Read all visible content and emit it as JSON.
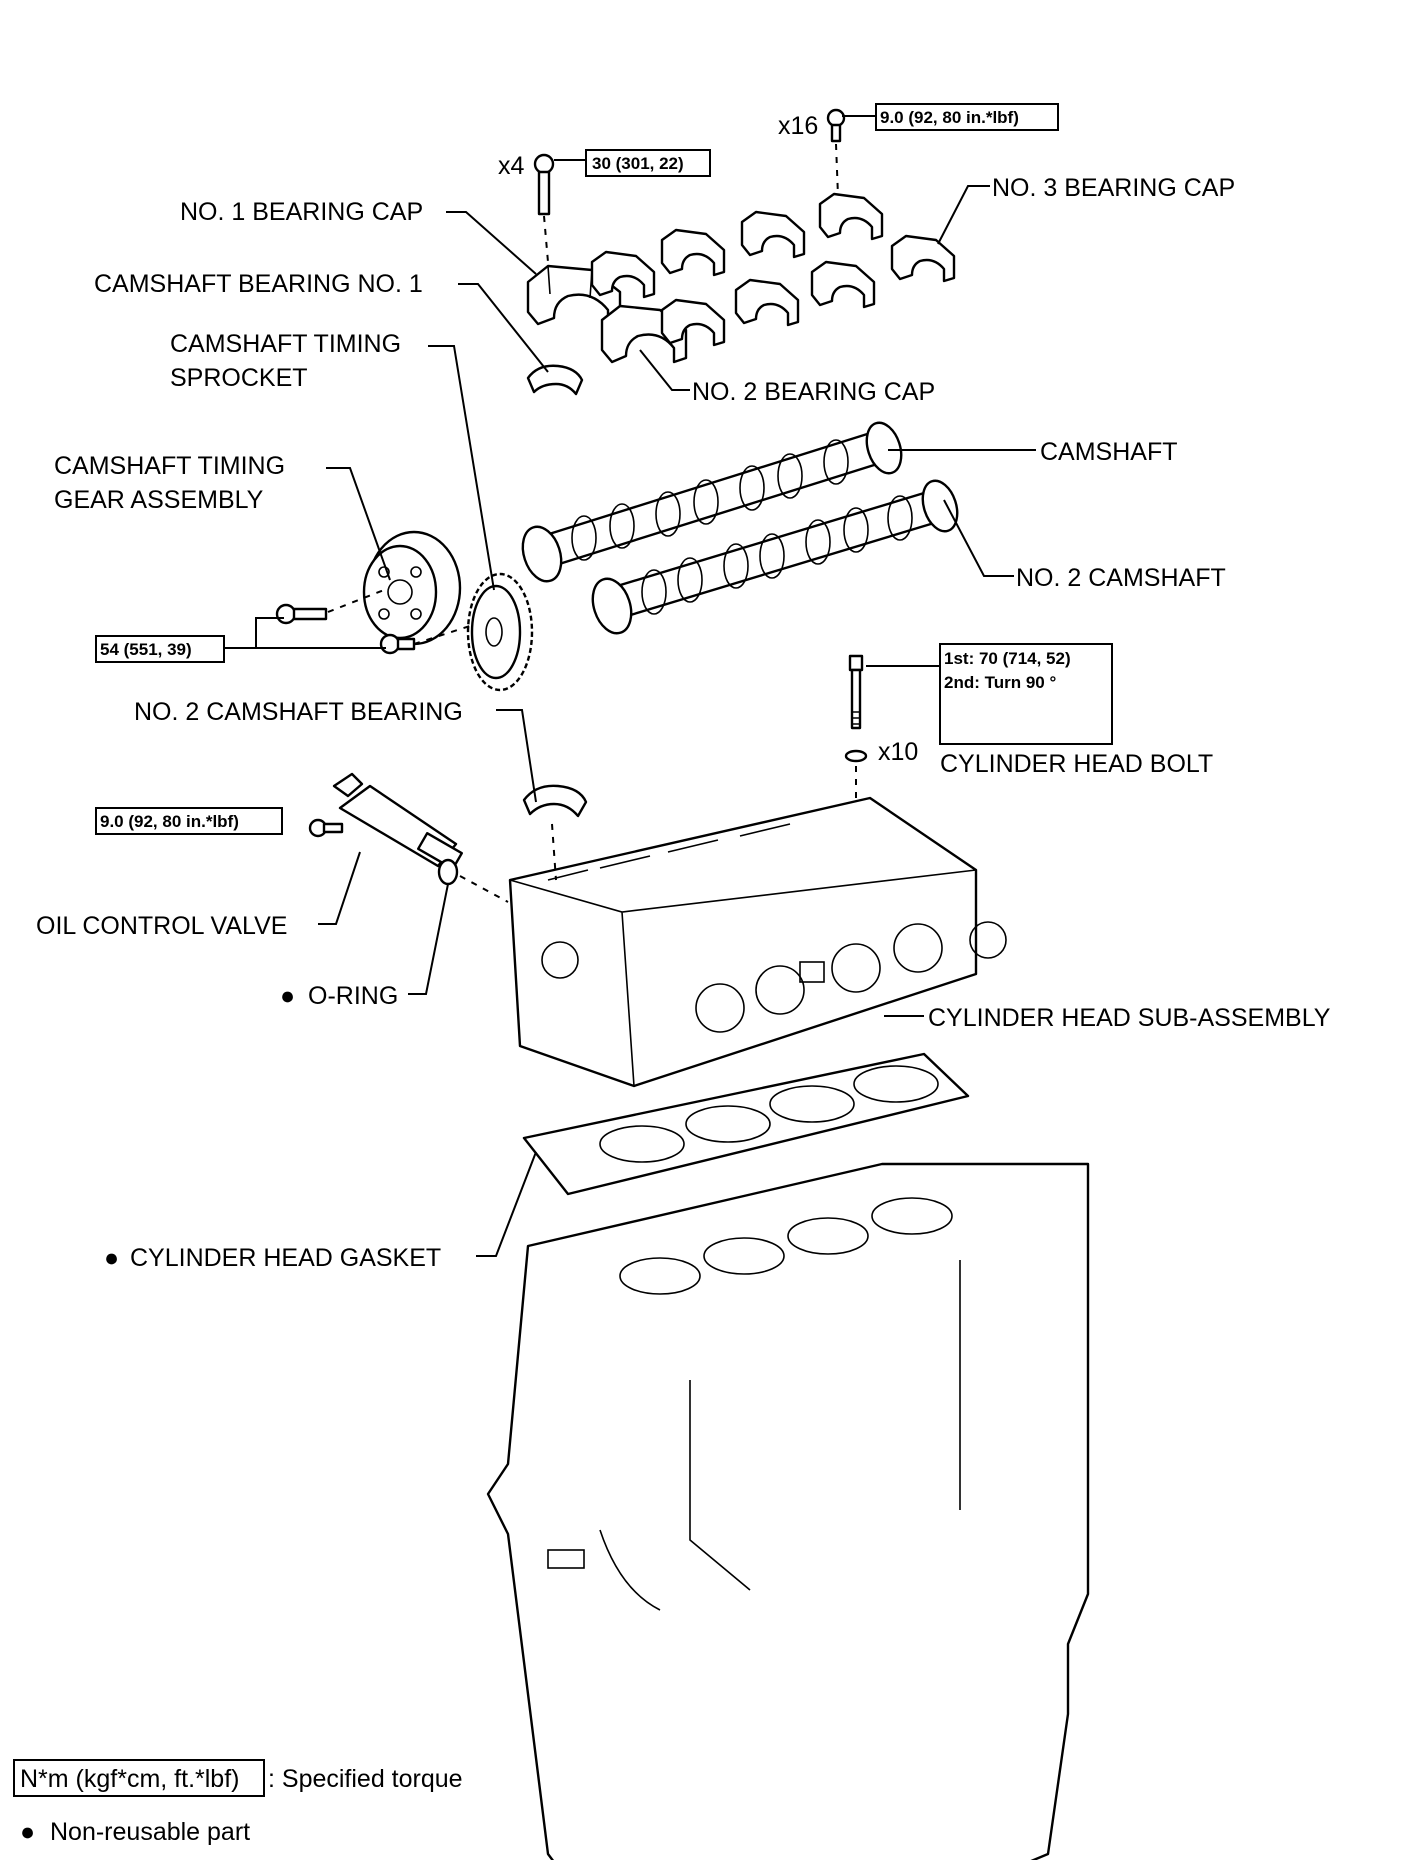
{
  "labels": {
    "no1_bearing_cap": "NO. 1 BEARING CAP",
    "camshaft_bearing_no1": "CAMSHAFT BEARING NO. 1",
    "camshaft_timing_sprocket_1": "CAMSHAFT TIMING",
    "camshaft_timing_sprocket_2": "SPROCKET",
    "camshaft_timing_gear_1": "CAMSHAFT TIMING",
    "camshaft_timing_gear_2": "GEAR ASSEMBLY",
    "no3_bearing_cap": "NO. 3 BEARING CAP",
    "no2_bearing_cap": "NO. 2 BEARING CAP",
    "camshaft": "CAMSHAFT",
    "no2_camshaft": "NO. 2 CAMSHAFT",
    "no2_camshaft_bearing": "NO. 2 CAMSHAFT BEARING",
    "cylinder_head_bolt": "CYLINDER HEAD BOLT",
    "oil_control_valve": "OIL CONTROL VALVE",
    "o_ring": "O-RING",
    "cylinder_head_sub_assembly": "CYLINDER HEAD SUB-ASSEMBLY",
    "cylinder_head_gasket": "CYLINDER HEAD GASKET"
  },
  "quantities": {
    "bearing_cap_bolts_no1": "x4",
    "bearing_cap_bolts": "x16",
    "head_bolts": "x10"
  },
  "torques": {
    "no1_cap_bolt": "30 (301, 22)",
    "bearing_cap_bolt": "9.0 (92, 80 in.*lbf)",
    "timing_gear_bolt": "54 (551, 39)",
    "head_bolt_step1": "1st: 70 (714, 52)",
    "head_bolt_step2": "2nd: Turn 90 °",
    "ocv_bolt": "9.0 (92, 80 in.*lbf)"
  },
  "legend": {
    "torque_unit_box": "N*m (kgf*cm, ft.*lbf)",
    "torque_desc": ": Specified torque",
    "non_reusable_symbol": "●",
    "non_reusable_desc": "Non-reusable part"
  },
  "colors": {
    "ink": "#000000",
    "paper": "#ffffff"
  }
}
